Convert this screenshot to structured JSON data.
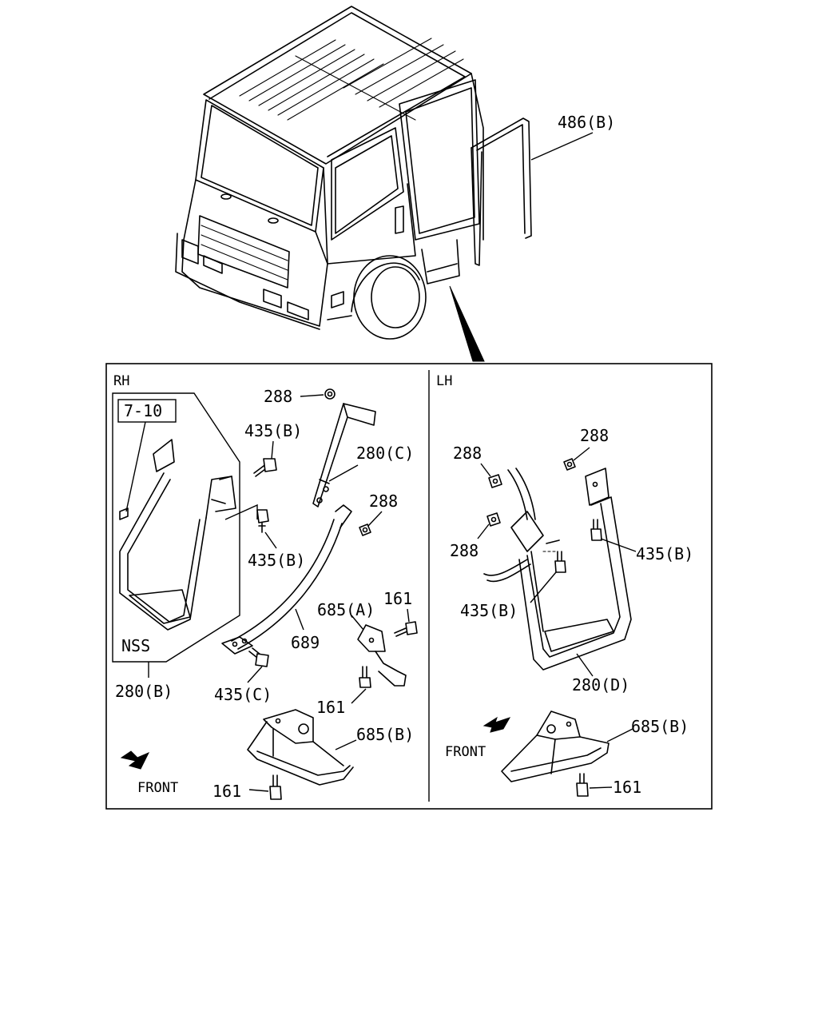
{
  "labels": {
    "rh": "RH",
    "lh": "LH",
    "ref": "7-10",
    "nss": "NSS",
    "front": "FRONT",
    "p486b": "486(B)",
    "p288": "288",
    "p435b": "435(B)",
    "p435c": "435(C)",
    "p280b": "280(B)",
    "p280c": "280(C)",
    "p280d": "280(D)",
    "p689": "689",
    "p685a": "685(A)",
    "p685b": "685(B)",
    "p161": "161"
  }
}
